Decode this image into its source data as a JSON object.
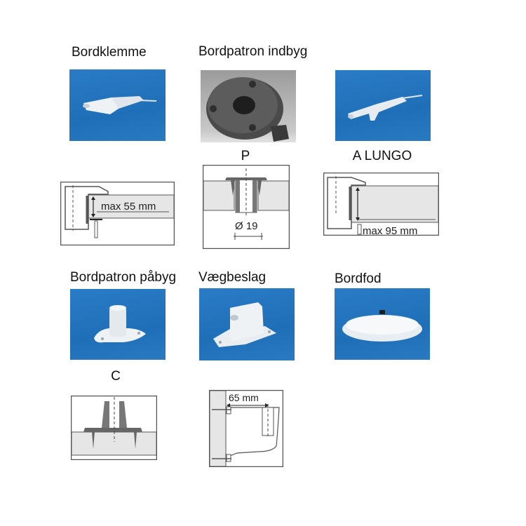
{
  "items": [
    {
      "name": "Bordklemme",
      "photo_bg": "blue",
      "diagram": {
        "letter": "",
        "measure": "max 55 mm"
      }
    },
    {
      "name": "Bordpatron indbyg",
      "photo_bg": "grey",
      "diagram": {
        "letter": "P",
        "measure": "Ø 19"
      }
    },
    {
      "name": "",
      "photo_bg": "blue",
      "diagram": {
        "letter": "A LUNGO",
        "measure": "max 95 mm"
      }
    },
    {
      "name": "Bordpatron påbyg",
      "photo_bg": "blue",
      "diagram": {
        "letter": "C",
        "measure": ""
      }
    },
    {
      "name": "Vægbeslag",
      "photo_bg": "blue",
      "diagram": {
        "letter": "",
        "measure": "65 mm"
      }
    },
    {
      "name": "Bordfod",
      "photo_bg": "blue",
      "diagram": null
    }
  ],
  "colors": {
    "photo_blue": "#1f6fb8",
    "diagram_fill": "#e6e6e6",
    "line": "#555555"
  }
}
